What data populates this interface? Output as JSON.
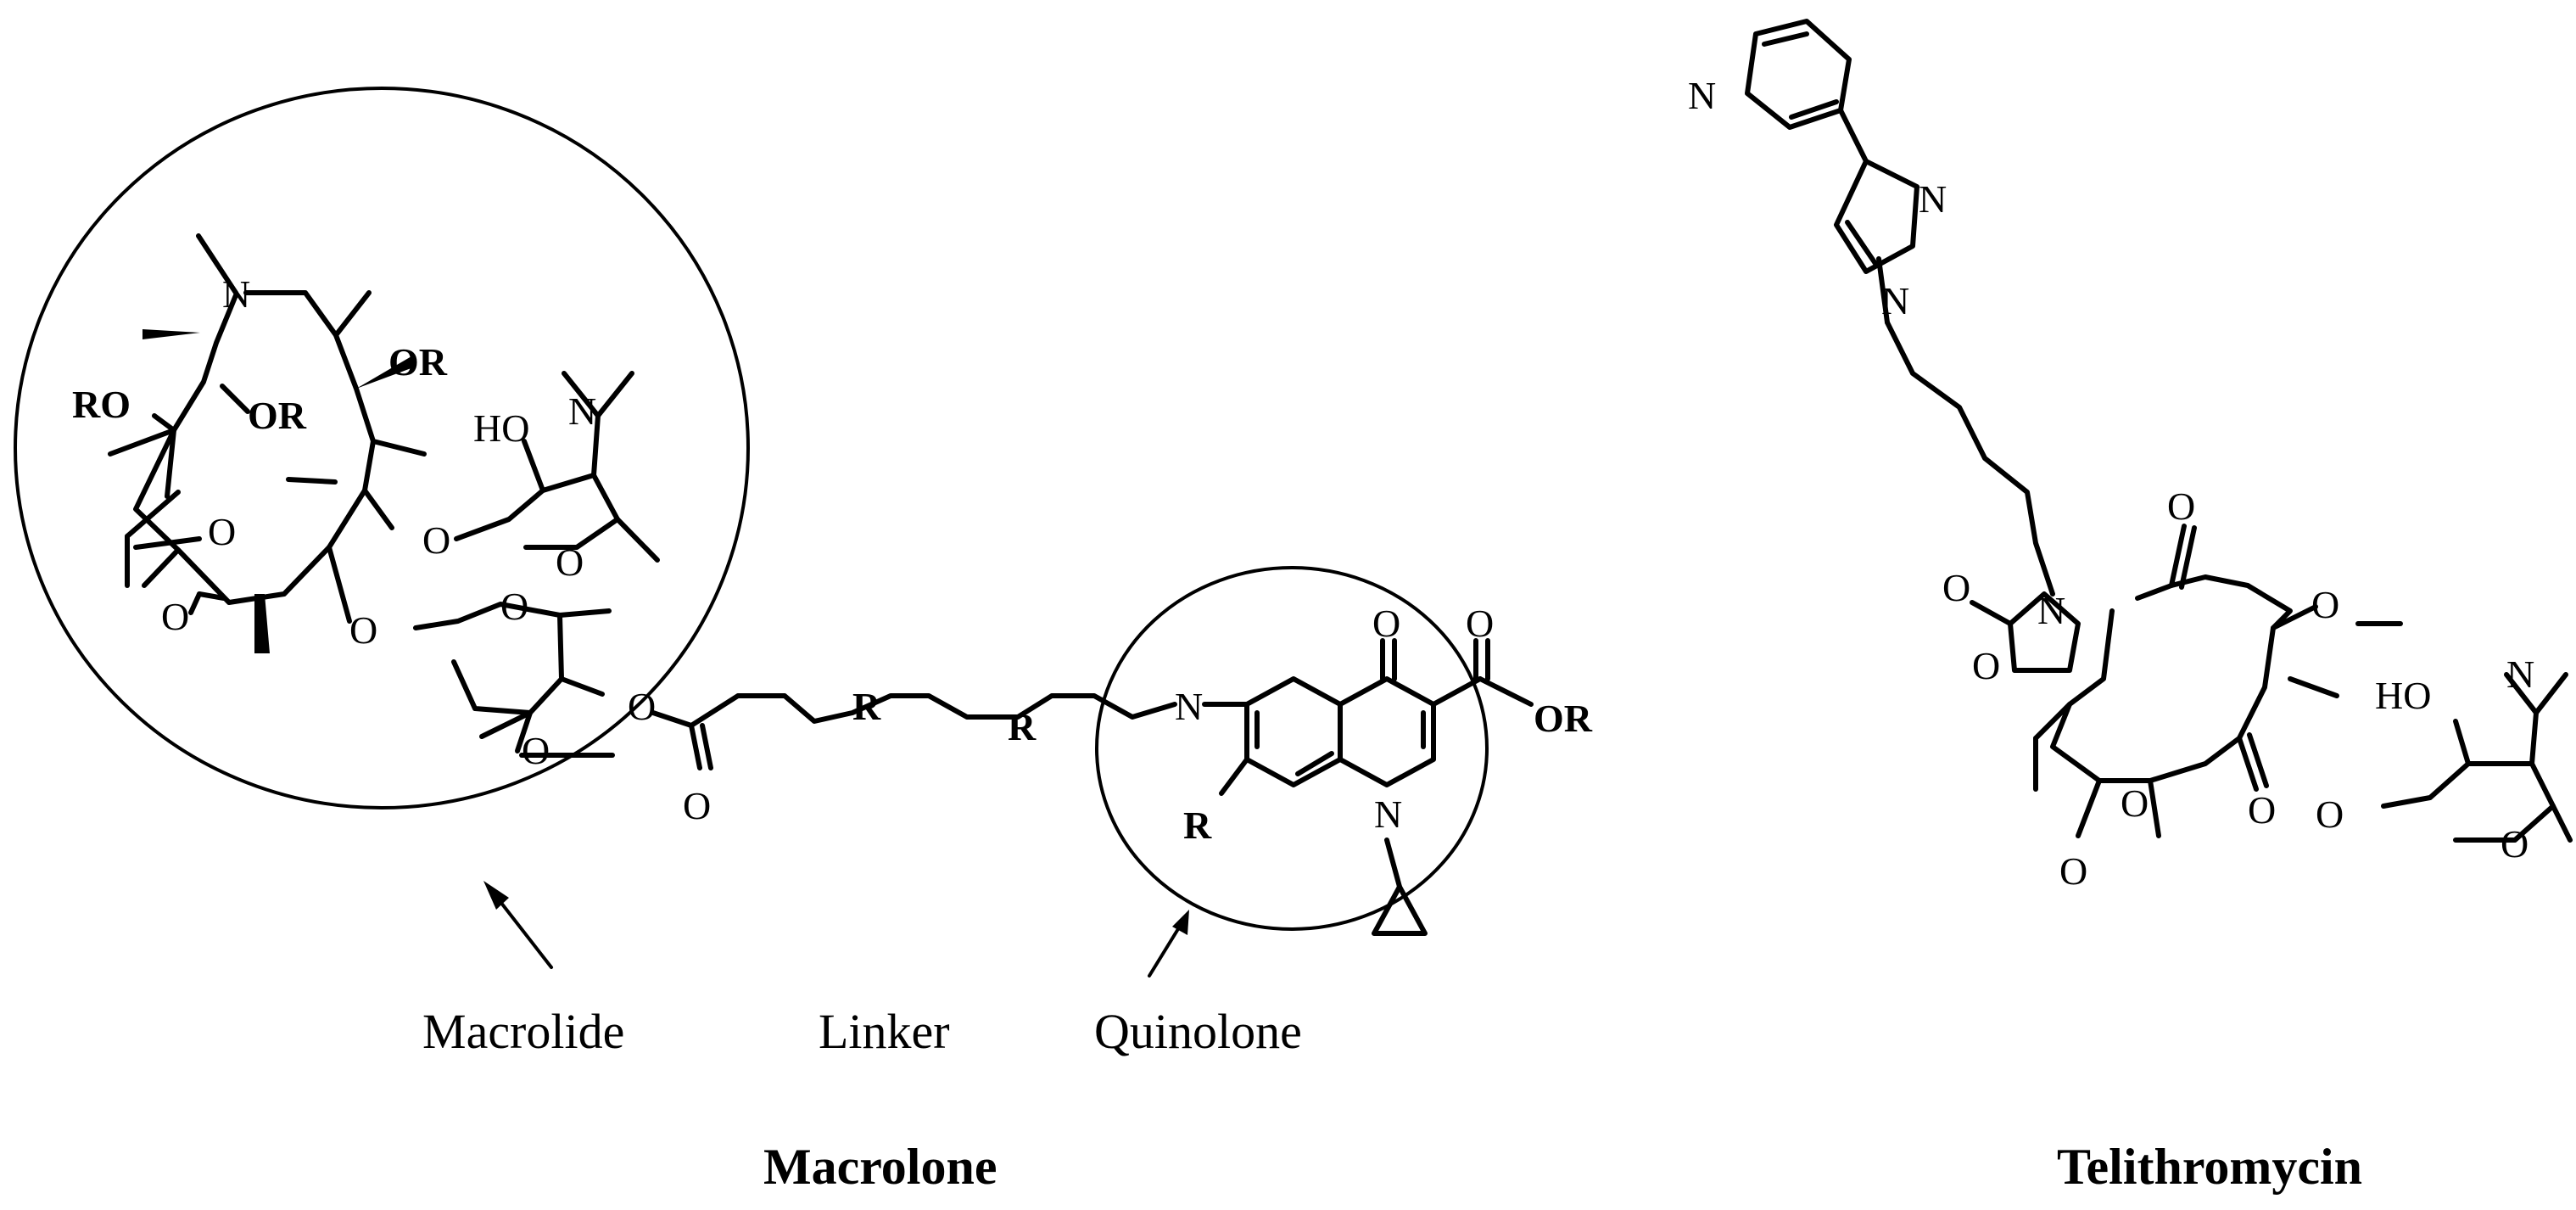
{
  "labels": {
    "macrolide": "Macrolide",
    "linker": "Linker",
    "quinolone": "Quinolone"
  },
  "titles": {
    "macrolone": "Macrolone",
    "telithromycin": "Telithromycin"
  },
  "atoms": {
    "N": "N",
    "O": "O",
    "RO": "RO",
    "OR": "OR",
    "R": "R",
    "HO": "HO"
  },
  "colors": {
    "ink": "#000000",
    "background": "#ffffff"
  }
}
